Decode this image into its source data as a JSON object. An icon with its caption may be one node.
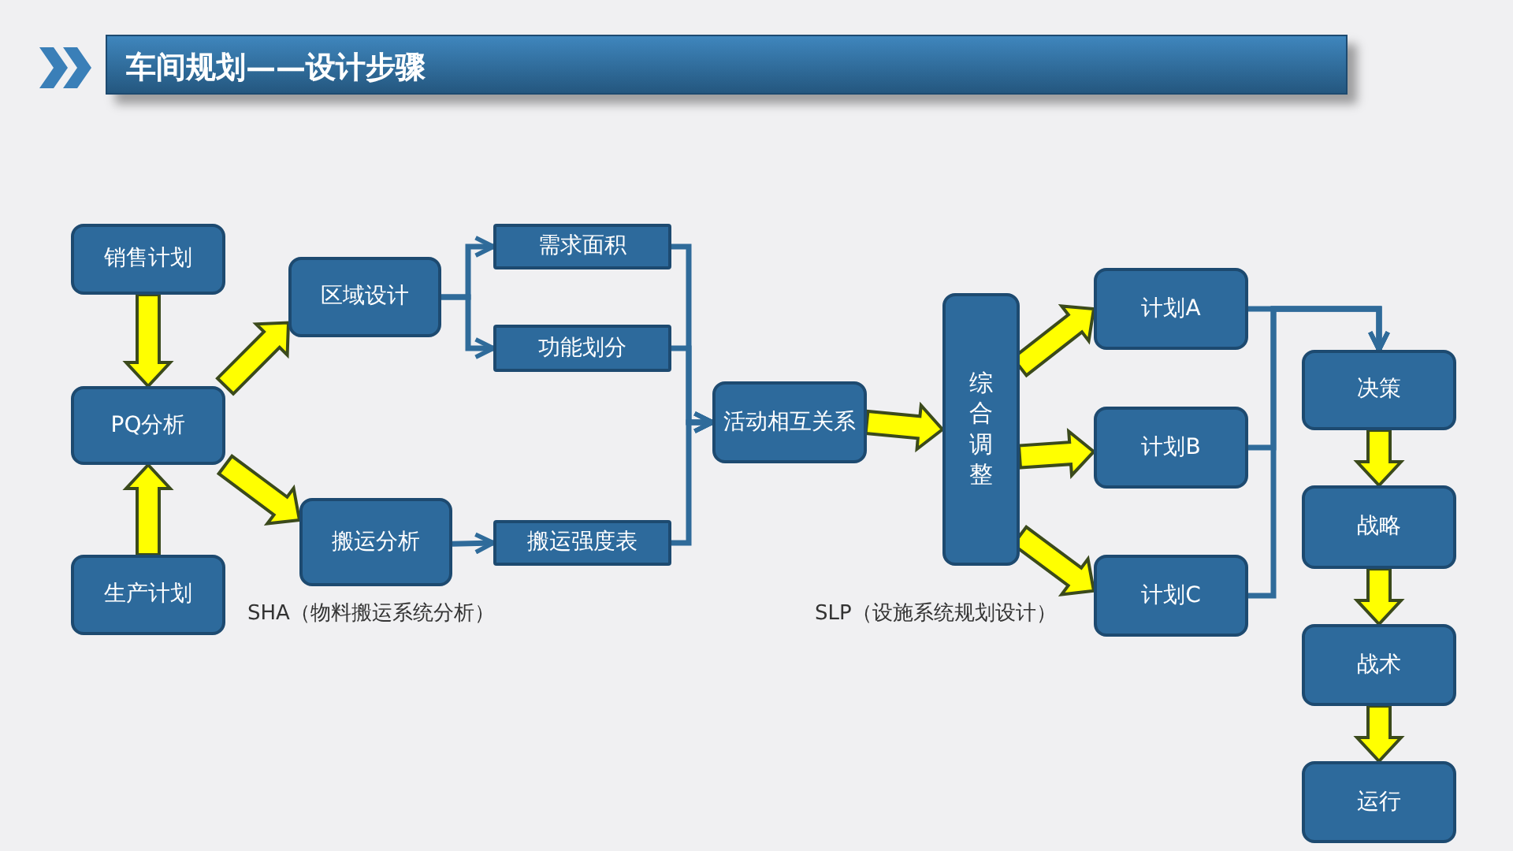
{
  "diagram": {
    "title": "车间规划——设计步骤",
    "nodes": [
      {
        "text": [
          "销售计划"
        ]
      },
      {
        "text": [
          "PQ分析"
        ]
      },
      {
        "text": [
          "生产计划"
        ]
      },
      {
        "text": [
          "区域设计"
        ]
      },
      {
        "text": [
          "搬运分析"
        ]
      },
      {
        "text": [
          "需求面积"
        ]
      },
      {
        "text": [
          "功能划分"
        ]
      },
      {
        "text": [
          "搬运强度表"
        ]
      },
      {
        "text": [
          "活动相互关系"
        ]
      },
      {
        "text": [
          "综合调整"
        ]
      },
      {
        "text": [
          "计划A"
        ]
      },
      {
        "text": [
          "计划B"
        ]
      },
      {
        "text": [
          "计划C"
        ]
      },
      {
        "text": [
          "决策"
        ]
      },
      {
        "text": [
          "战略"
        ]
      },
      {
        "text": [
          "战术"
        ]
      },
      {
        "text": [
          "运行"
        ]
      }
    ],
    "edges": [
      {
        "from": 0,
        "to": 1,
        "arrow": "to",
        "style": "thick"
      },
      {
        "from": 2,
        "to": 1,
        "arrow": "to",
        "style": "thick"
      },
      {
        "from": 1,
        "to": 3,
        "arrow": "to",
        "style": "thick"
      },
      {
        "from": 1,
        "to": 4,
        "arrow": "to",
        "style": "thick"
      },
      {
        "from": 3,
        "to": 5,
        "arrow": "to",
        "color": "#2f6b9a"
      },
      {
        "from": 3,
        "to": 6,
        "arrow": "to",
        "color": "#2f6b9a"
      },
      {
        "from": 4,
        "to": 7,
        "arrow": "to",
        "color": "#2f6b9a"
      },
      {
        "from": 5,
        "to": 8,
        "arrow": "to",
        "color": "#2f6b9a"
      },
      {
        "from": 6,
        "to": 8,
        "arrow": "to",
        "color": "#2f6b9a"
      },
      {
        "from": 7,
        "to": 8,
        "arrow": "to",
        "color": "#2f6b9a"
      },
      {
        "from": 8,
        "to": 9,
        "arrow": "to",
        "style": "thick"
      },
      {
        "from": 9,
        "to": 10,
        "arrow": "to",
        "style": "thick"
      },
      {
        "from": 9,
        "to": 11,
        "arrow": "to",
        "style": "thick"
      },
      {
        "from": 9,
        "to": 12,
        "arrow": "to",
        "style": "thick"
      },
      {
        "from": 10,
        "to": 13,
        "arrow": "to",
        "color": "#2f6b9a"
      },
      {
        "from": 11,
        "to": 13,
        "arrow": "to",
        "color": "#2f6b9a"
      },
      {
        "from": 12,
        "to": 13,
        "arrow": "to",
        "color": "#2f6b9a"
      },
      {
        "from": 13,
        "to": 14,
        "arrow": "to",
        "style": "thick"
      },
      {
        "from": 14,
        "to": 15,
        "arrow": "to",
        "style": "thick"
      },
      {
        "from": 15,
        "to": 16,
        "arrow": "to",
        "style": "thick"
      }
    ],
    "labels": [
      "SHA（物料搬运系统分析）",
      "SLP（设施系统规划设计）"
    ]
  }
}
